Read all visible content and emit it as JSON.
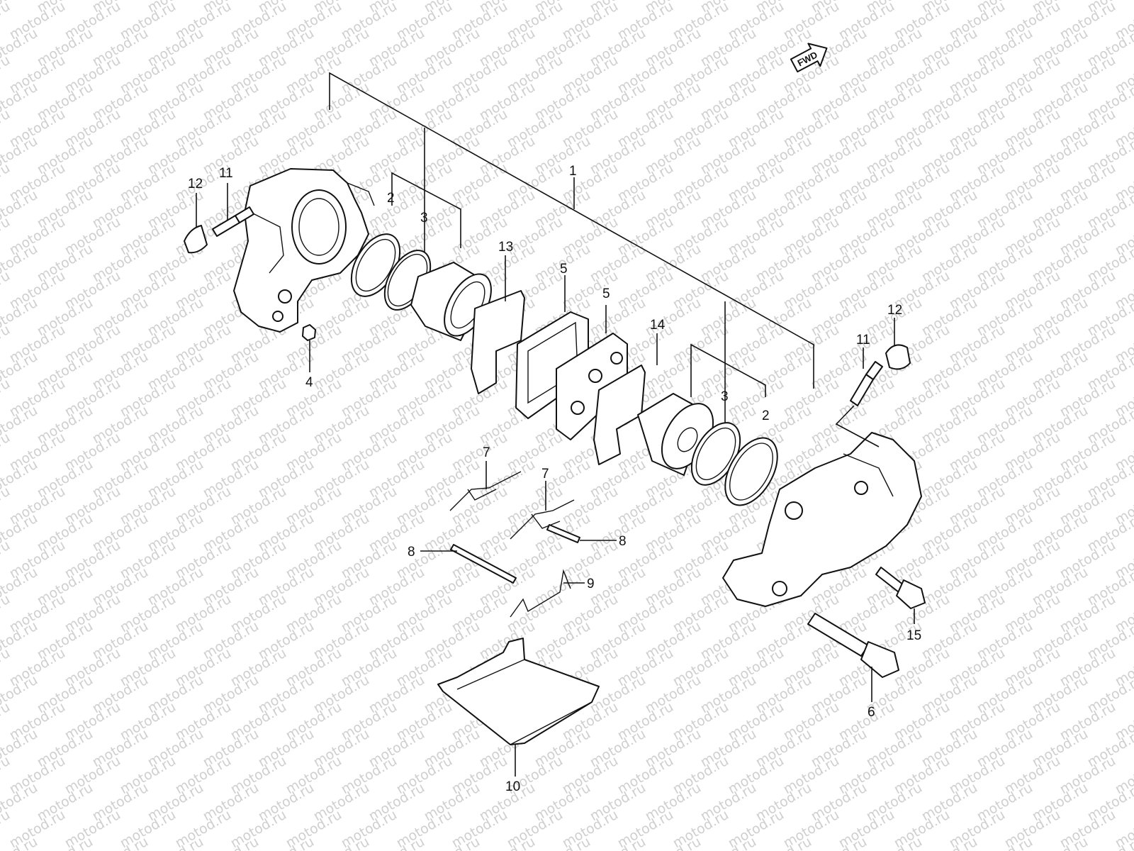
{
  "watermark": {
    "text": "motod.ru",
    "color": "#cfcfcf"
  },
  "fwd_label": "FWD",
  "callouts": [
    {
      "id": "c1",
      "text": "1"
    },
    {
      "id": "c2a",
      "text": "2"
    },
    {
      "id": "c3a",
      "text": "3"
    },
    {
      "id": "c3b",
      "text": "3"
    },
    {
      "id": "c2b",
      "text": "2"
    },
    {
      "id": "c4",
      "text": "4"
    },
    {
      "id": "c5a",
      "text": "5"
    },
    {
      "id": "c5b",
      "text": "5"
    },
    {
      "id": "c6",
      "text": "6"
    },
    {
      "id": "c7a",
      "text": "7"
    },
    {
      "id": "c7b",
      "text": "7"
    },
    {
      "id": "c8a",
      "text": "8"
    },
    {
      "id": "c8b",
      "text": "8"
    },
    {
      "id": "c9",
      "text": "9"
    },
    {
      "id": "c10",
      "text": "10"
    },
    {
      "id": "c11a",
      "text": "11"
    },
    {
      "id": "c11b",
      "text": "11"
    },
    {
      "id": "c12a",
      "text": "12"
    },
    {
      "id": "c12b",
      "text": "12"
    },
    {
      "id": "c13",
      "text": "13"
    },
    {
      "id": "c14",
      "text": "14"
    },
    {
      "id": "c15",
      "text": "15"
    }
  ]
}
